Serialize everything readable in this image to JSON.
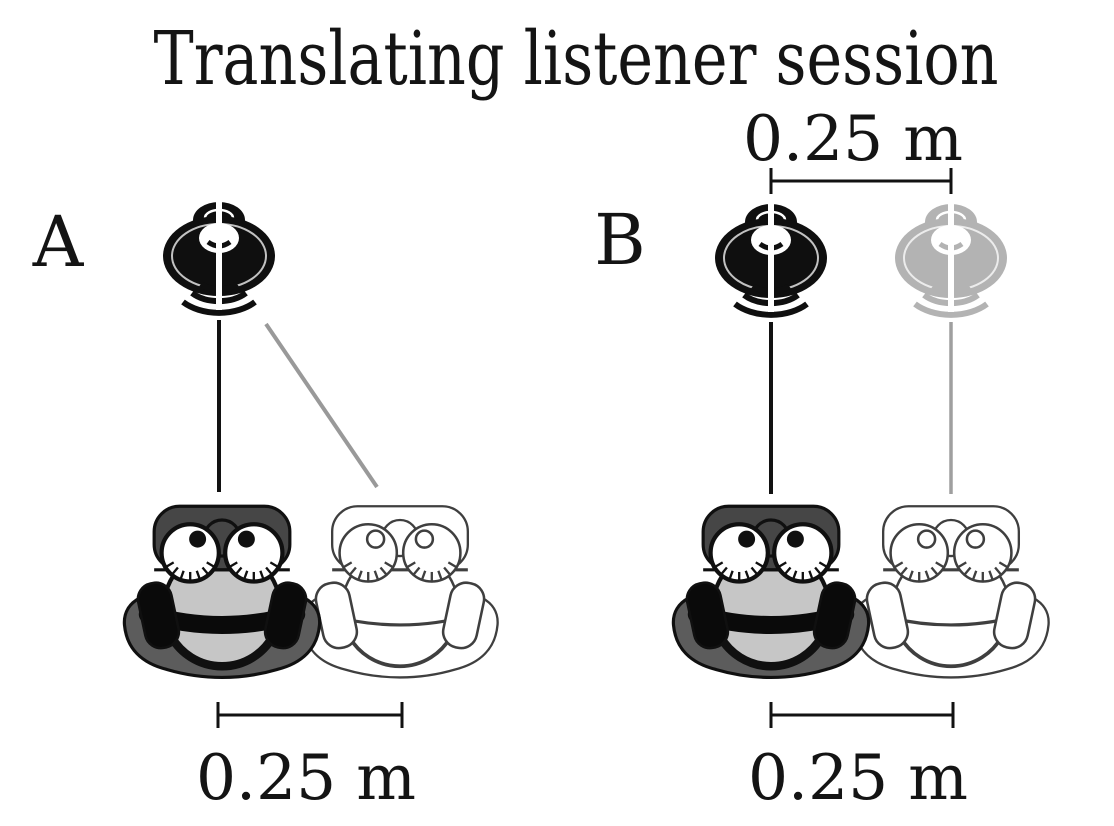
{
  "figure": {
    "title": "Translating listener session",
    "panels": [
      {
        "label": "A",
        "bottom_distance_label": "0.25 m"
      },
      {
        "label": "B",
        "top_distance_label": "0.25 m",
        "bottom_distance_label": "0.25 m"
      }
    ],
    "colors": {
      "active_loudspeaker": "#0f0f0f",
      "inactive_loudspeaker": "#b3b3b3",
      "active_path_line": "#121212",
      "inactive_path_line": "#999999",
      "text": "#141414"
    },
    "icons": {
      "loudspeaker": "loudspeaker-top-view-icon",
      "listener_filled": "listener-head-top-view-filled-icon",
      "listener_outline": "listener-head-top-view-outline-icon",
      "ruler": "distance-measure-bar-icon"
    }
  }
}
